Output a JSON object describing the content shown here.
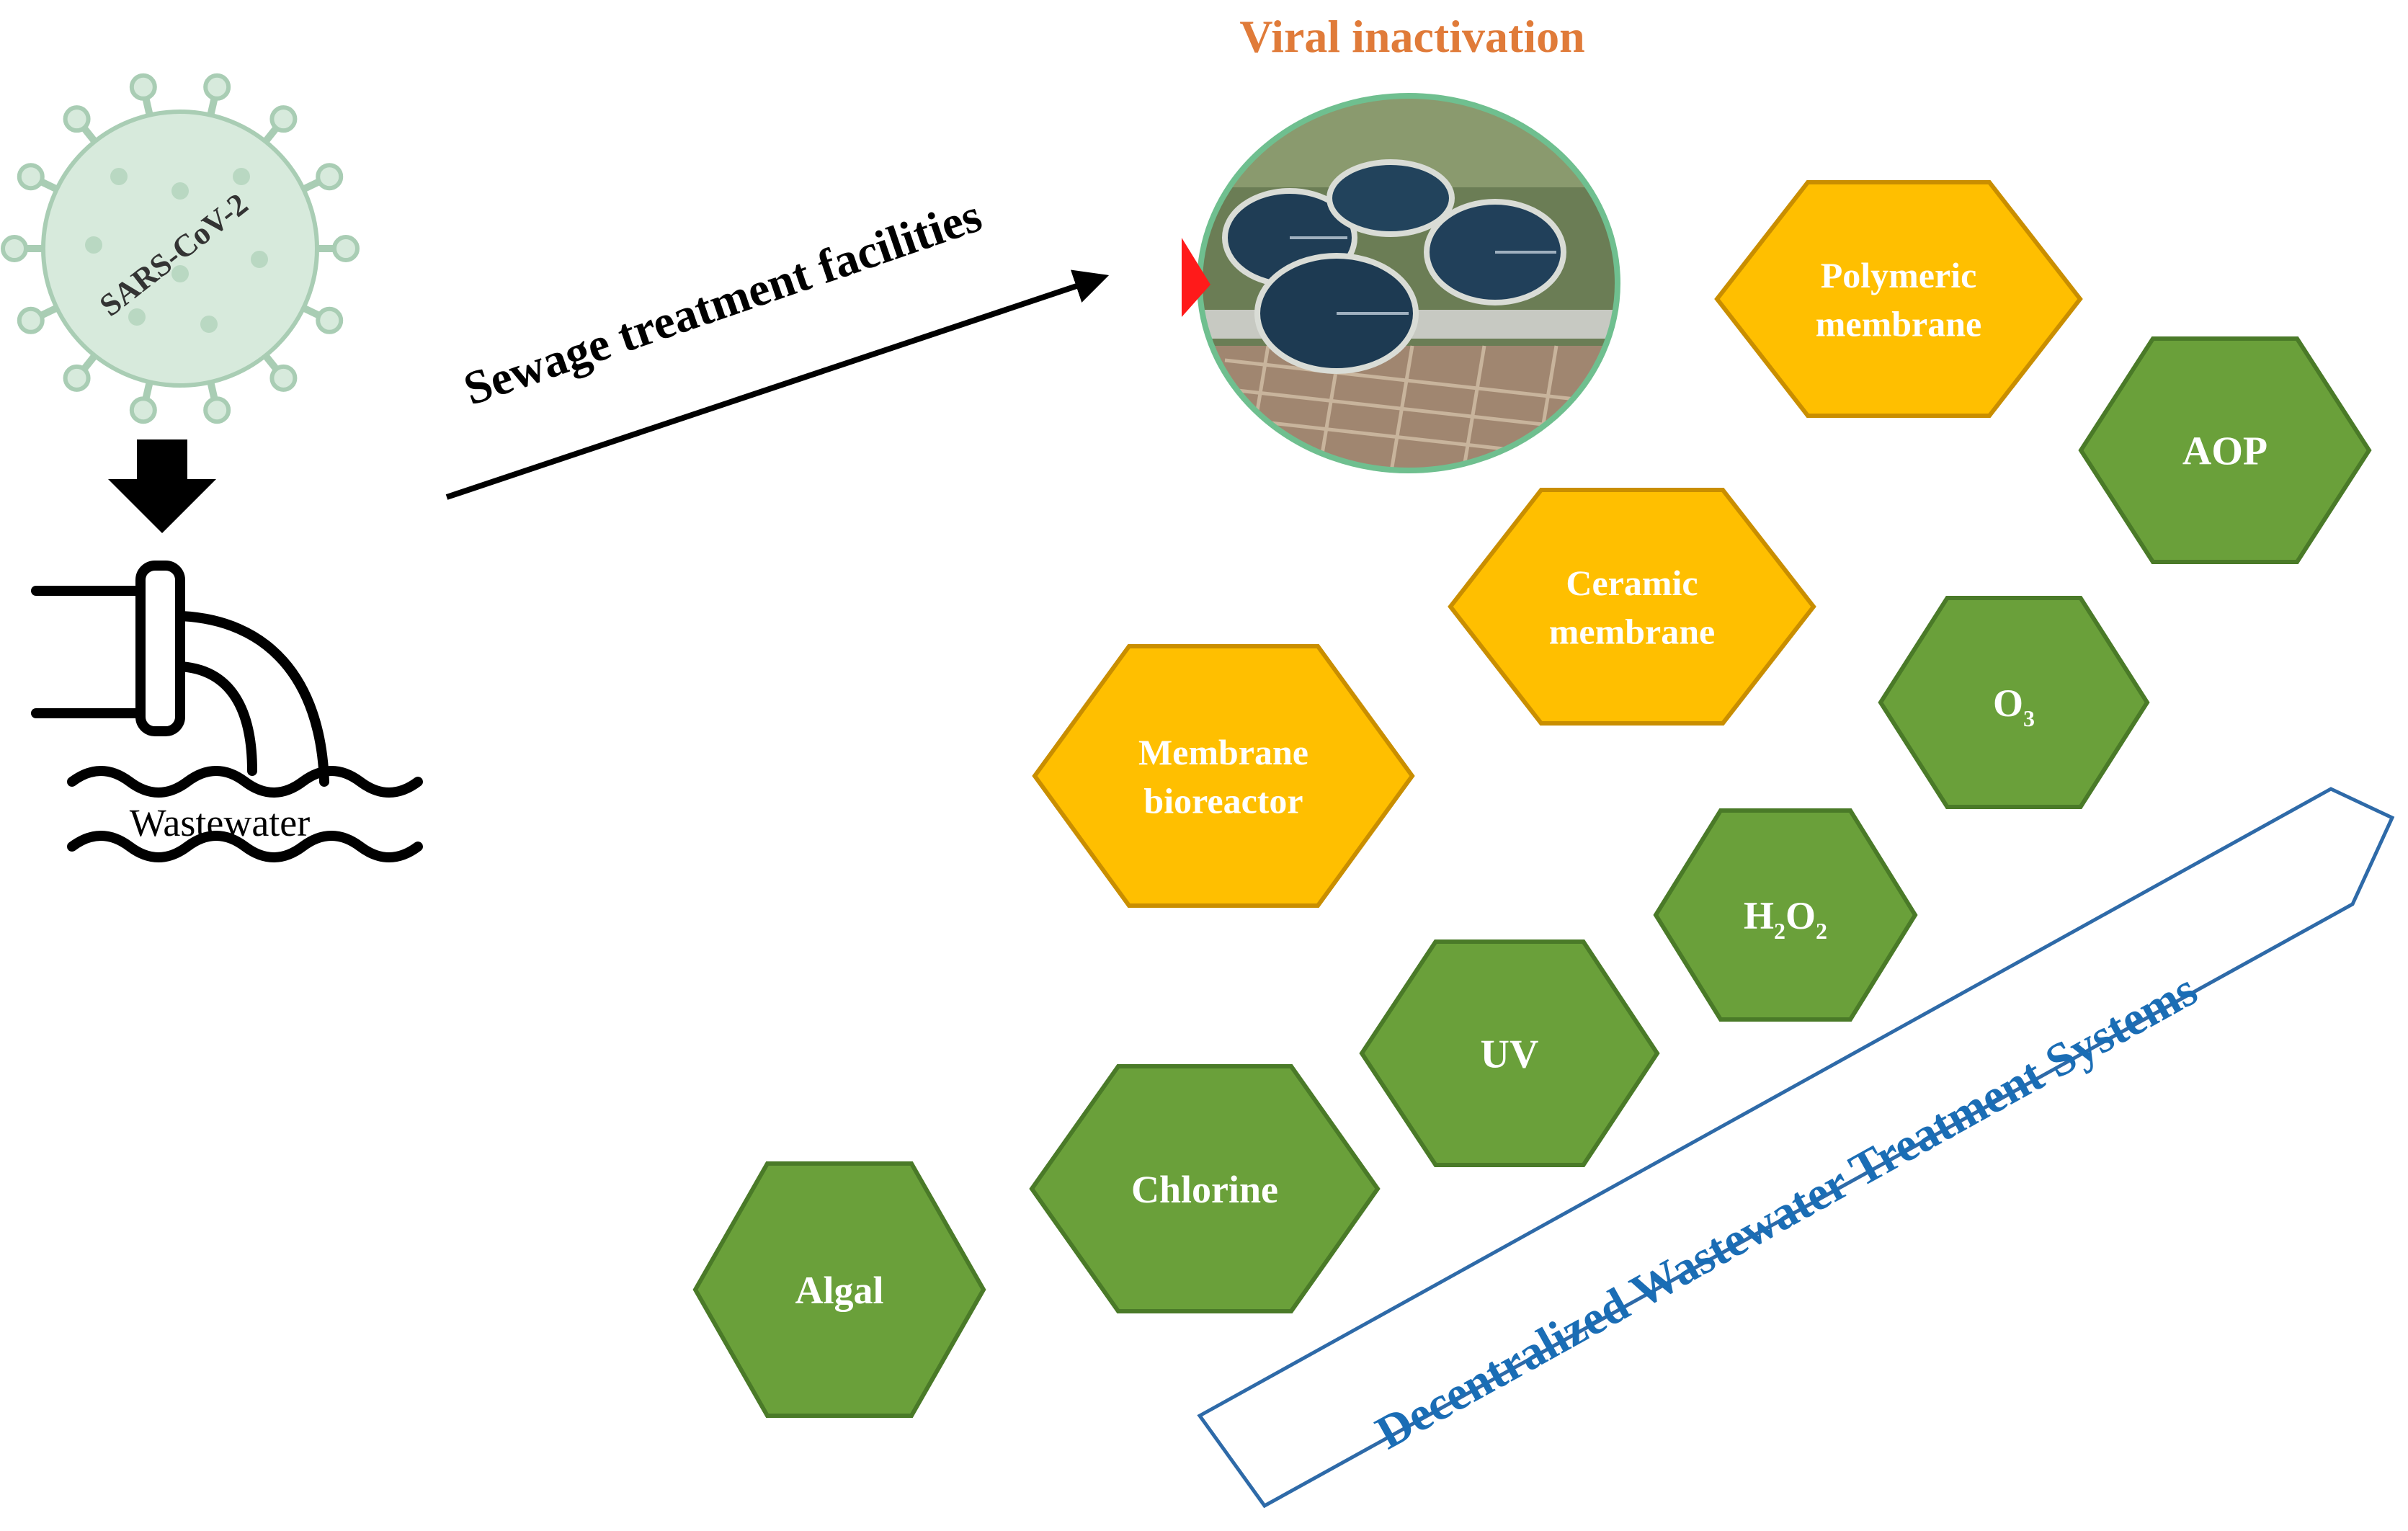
{
  "title": "Viral inactivation",
  "virus_label": "SARS-CoV-2",
  "wastewater_label": "Wastewater",
  "arrow_label": "Sewage treatment facilities",
  "banner_label": "Decentralized Wastewater Treatment Systems",
  "colors": {
    "title": "#e07b39",
    "green_fill": "#6aa03a",
    "green_stroke": "#4a7a28",
    "orange_fill": "#ffbf00",
    "orange_stroke": "#c98e00",
    "banner_text": "#1a6db5",
    "banner_stroke": "#2e6aa8",
    "virus_fill": "#d7eadc",
    "virus_stroke": "#a9cdb4"
  },
  "technologies": [
    {
      "id": "algal",
      "lines": [
        "Algal"
      ],
      "type": "green"
    },
    {
      "id": "chlorine",
      "lines": [
        "Chlorine"
      ],
      "type": "green"
    },
    {
      "id": "uv",
      "lines": [
        "UV"
      ],
      "type": "green"
    },
    {
      "id": "h2o2",
      "lines": [
        "H",
        "2",
        "O",
        "2"
      ],
      "type": "green",
      "formula": true
    },
    {
      "id": "o3",
      "lines": [
        "O",
        "3"
      ],
      "type": "green",
      "formula": true
    },
    {
      "id": "aop",
      "lines": [
        "AOP"
      ],
      "type": "green"
    },
    {
      "id": "membrane-bioreactor",
      "lines": [
        "Membrane",
        "bioreactor"
      ],
      "type": "orange"
    },
    {
      "id": "ceramic-membrane",
      "lines": [
        "Ceramic",
        "membrane"
      ],
      "type": "orange"
    },
    {
      "id": "polymeric-membrane",
      "lines": [
        "Polymeric",
        "membrane"
      ],
      "type": "orange"
    }
  ]
}
